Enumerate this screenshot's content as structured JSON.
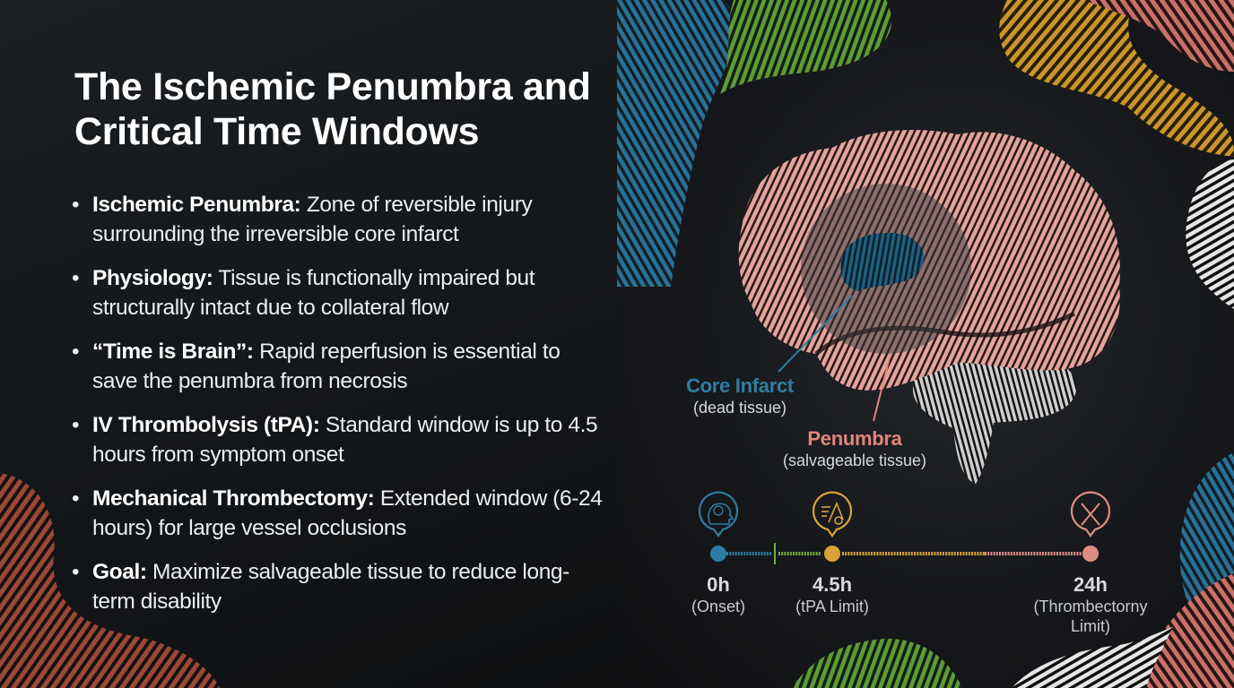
{
  "slide": {
    "title_line1": "The Ischemic Penumbra and",
    "title_line2": "Critical Time Windows",
    "bullets": [
      {
        "term": "Ischemic Penumbra:",
        "text": " Zone of reversible injury surrounding the irreversible core infarct"
      },
      {
        "term": "Physiology:",
        "text": " Tissue is functionally impaired but structurally intact due to collateral flow"
      },
      {
        "term": "“Time is Brain”:",
        "text": " Rapid reperfusion is essential to save the penumbra from necrosis"
      },
      {
        "term": "IV Thrombolysis (tPA):",
        "text": " Standard window is up to 4.5 hours from symptom onset"
      },
      {
        "term": "Mechanical Thrombectomy:",
        "text": " Extended window (6-24 hours) for large vessel occlusions"
      },
      {
        "term": "Goal:",
        "text": " Maximize salvageable tissue to reduce long-term disability"
      }
    ],
    "bullet_glyph": "•"
  },
  "illustration": {
    "core_label": {
      "title": "Core Infarct",
      "subtitle": "(dead tissue)",
      "color": "#2f7ea3"
    },
    "penumbra_label": {
      "title": "Penumbra",
      "subtitle": "(salvageable tissue)",
      "color": "#e0857c"
    },
    "brain_color": "#e2a49c",
    "core_color": "#1f5f80"
  },
  "timeline": {
    "markers": [
      {
        "time": "0h",
        "label": "(Onset)",
        "icon": "head-brain-icon",
        "color": "#2e7ca3"
      },
      {
        "time": "4.5h",
        "label": "(tPA Limit)",
        "icon": "iv-drip-icon",
        "color": "#d9a23a"
      },
      {
        "time": "24h",
        "label_line1": "(Thrombectorny",
        "label_line2": "Limit)",
        "icon": "surgical-tools-icon",
        "color": "#df8e86"
      }
    ],
    "segment_colors": [
      "#2e7ca3",
      "#6fae3e",
      "#d9a23a",
      "#df8e86"
    ]
  },
  "background_swirls": {
    "colors": [
      "#2c7196",
      "#5f9a3a",
      "#c9962d",
      "#c7716a",
      "#e8e8e8",
      "#a0483a"
    ]
  }
}
